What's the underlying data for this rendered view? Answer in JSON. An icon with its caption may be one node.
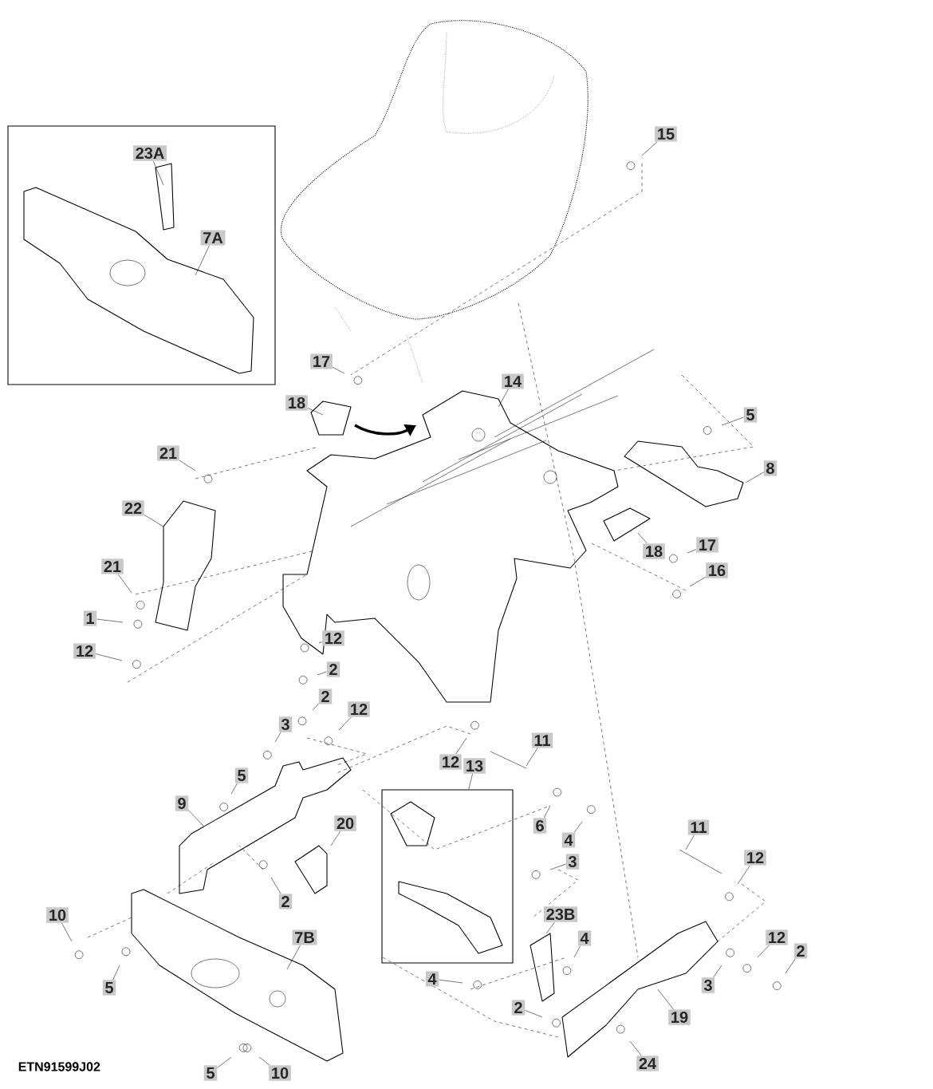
{
  "diagram": {
    "nodes": [
      {
        "text": [
          "23A"
        ]
      },
      {
        "text": [
          "7A"
        ]
      },
      {
        "text": [
          "15"
        ]
      },
      {
        "text": [
          "17"
        ]
      },
      {
        "text": [
          "18"
        ]
      },
      {
        "text": [
          "14"
        ]
      },
      {
        "text": [
          "5"
        ]
      },
      {
        "text": [
          "8"
        ]
      },
      {
        "text": [
          "21"
        ]
      },
      {
        "text": [
          "22"
        ]
      },
      {
        "text": [
          "18"
        ]
      },
      {
        "text": [
          "17"
        ]
      },
      {
        "text": [
          "16"
        ]
      },
      {
        "text": [
          "21"
        ]
      },
      {
        "text": [
          "1"
        ]
      },
      {
        "text": [
          "12"
        ]
      },
      {
        "text": [
          "12"
        ]
      },
      {
        "text": [
          "2"
        ]
      },
      {
        "text": [
          "2"
        ]
      },
      {
        "text": [
          "12"
        ]
      },
      {
        "text": [
          "3"
        ]
      },
      {
        "text": [
          "11"
        ]
      },
      {
        "text": [
          "12"
        ]
      },
      {
        "text": [
          "13"
        ]
      },
      {
        "text": [
          "5"
        ]
      },
      {
        "text": [
          "9"
        ]
      },
      {
        "text": [
          "20"
        ]
      },
      {
        "text": [
          "6"
        ]
      },
      {
        "text": [
          "4"
        ]
      },
      {
        "text": [
          "3"
        ]
      },
      {
        "text": [
          "11"
        ]
      },
      {
        "text": [
          "12"
        ]
      },
      {
        "text": [
          "2"
        ]
      },
      {
        "text": [
          "10"
        ]
      },
      {
        "text": [
          "23B"
        ]
      },
      {
        "text": [
          "4"
        ]
      },
      {
        "text": [
          "7B"
        ]
      },
      {
        "text": [
          "12"
        ]
      },
      {
        "text": [
          "2"
        ]
      },
      {
        "text": [
          "5"
        ]
      },
      {
        "text": [
          "4"
        ]
      },
      {
        "text": [
          "3"
        ]
      },
      {
        "text": [
          "2"
        ]
      },
      {
        "text": [
          "19"
        ]
      },
      {
        "text": [
          "24"
        ]
      },
      {
        "text": [
          "5"
        ]
      },
      {
        "text": [
          "10"
        ]
      },
      {
        "text": [],
        "shape": "box"
      }
    ],
    "edges": [
      {
        "from": 0,
        "to": null,
        "arrow": "none"
      },
      {
        "from": 1,
        "to": null,
        "arrow": "none"
      },
      {
        "from": 2,
        "to": null,
        "arrow": "none"
      },
      {
        "from": 3,
        "to": null,
        "arrow": "none"
      },
      {
        "from": 4,
        "to": null,
        "arrow": "none"
      },
      {
        "from": 5,
        "to": null,
        "arrow": "none"
      },
      {
        "from": 6,
        "to": null,
        "arrow": "none"
      },
      {
        "from": 7,
        "to": null,
        "arrow": "none"
      },
      {
        "from": 8,
        "to": null,
        "arrow": "none"
      },
      {
        "from": 9,
        "to": null,
        "arrow": "none"
      },
      {
        "from": 10,
        "to": null,
        "arrow": "none"
      },
      {
        "from": 11,
        "to": null,
        "arrow": "none"
      },
      {
        "from": 12,
        "to": null,
        "arrow": "none"
      },
      {
        "from": 13,
        "to": null,
        "arrow": "none"
      },
      {
        "from": 14,
        "to": null,
        "arrow": "none"
      },
      {
        "from": 15,
        "to": null,
        "arrow": "none"
      },
      {
        "from": 16,
        "to": null,
        "arrow": "none"
      },
      {
        "from": 17,
        "to": null,
        "arrow": "none"
      },
      {
        "from": 18,
        "to": null,
        "arrow": "none"
      },
      {
        "from": 19,
        "to": null,
        "arrow": "none"
      },
      {
        "from": 20,
        "to": null,
        "arrow": "none"
      },
      {
        "from": 21,
        "to": null,
        "arrow": "none"
      },
      {
        "from": 22,
        "to": null,
        "arrow": "none"
      },
      {
        "from": 23,
        "to": 47,
        "arrow": "none"
      },
      {
        "from": 24,
        "to": null,
        "arrow": "none"
      },
      {
        "from": 25,
        "to": null,
        "arrow": "none"
      },
      {
        "from": 26,
        "to": null,
        "arrow": "none"
      },
      {
        "from": 27,
        "to": null,
        "arrow": "none"
      },
      {
        "from": 28,
        "to": null,
        "arrow": "none"
      },
      {
        "from": 29,
        "to": null,
        "arrow": "none"
      },
      {
        "from": 30,
        "to": null,
        "arrow": "none"
      },
      {
        "from": 31,
        "to": null,
        "arrow": "none"
      },
      {
        "from": 32,
        "to": null,
        "arrow": "none"
      },
      {
        "from": 33,
        "to": null,
        "arrow": "none"
      },
      {
        "from": 34,
        "to": null,
        "arrow": "none"
      },
      {
        "from": 35,
        "to": null,
        "arrow": "none"
      },
      {
        "from": 36,
        "to": null,
        "arrow": "none"
      },
      {
        "from": 37,
        "to": null,
        "arrow": "none"
      },
      {
        "from": 38,
        "to": null,
        "arrow": "none"
      },
      {
        "from": 39,
        "to": null,
        "arrow": "none"
      },
      {
        "from": 40,
        "to": null,
        "arrow": "none"
      },
      {
        "from": 41,
        "to": null,
        "arrow": "none"
      },
      {
        "from": 42,
        "to": null,
        "arrow": "none"
      },
      {
        "from": 43,
        "to": null,
        "arrow": "none"
      },
      {
        "from": 44,
        "to": null,
        "arrow": "none"
      },
      {
        "from": 45,
        "to": null,
        "arrow": "none"
      },
      {
        "from": 46,
        "to": null,
        "arrow": "none"
      }
    ],
    "labels": [
      "ETN91599J02"
    ]
  }
}
